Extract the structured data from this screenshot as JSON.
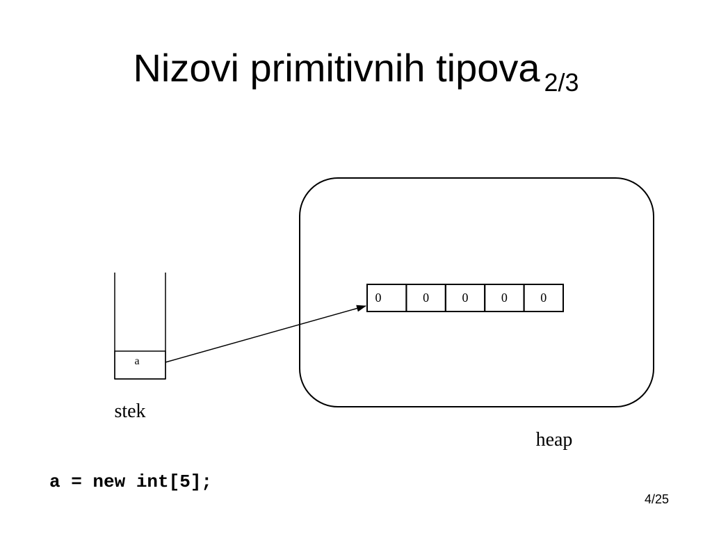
{
  "slide": {
    "title_main": "Nizovi primitivnih tipova",
    "title_suffix": "2/3",
    "page_number": "4/25"
  },
  "diagram": {
    "stack": {
      "label": "stek",
      "variable": "a"
    },
    "heap": {
      "label": "heap",
      "array_cells": [
        "0",
        "0",
        "0",
        "0",
        "0"
      ]
    },
    "reference": {
      "from": "a",
      "to": "array"
    }
  },
  "code": {
    "statement": "a = new int[5];"
  }
}
